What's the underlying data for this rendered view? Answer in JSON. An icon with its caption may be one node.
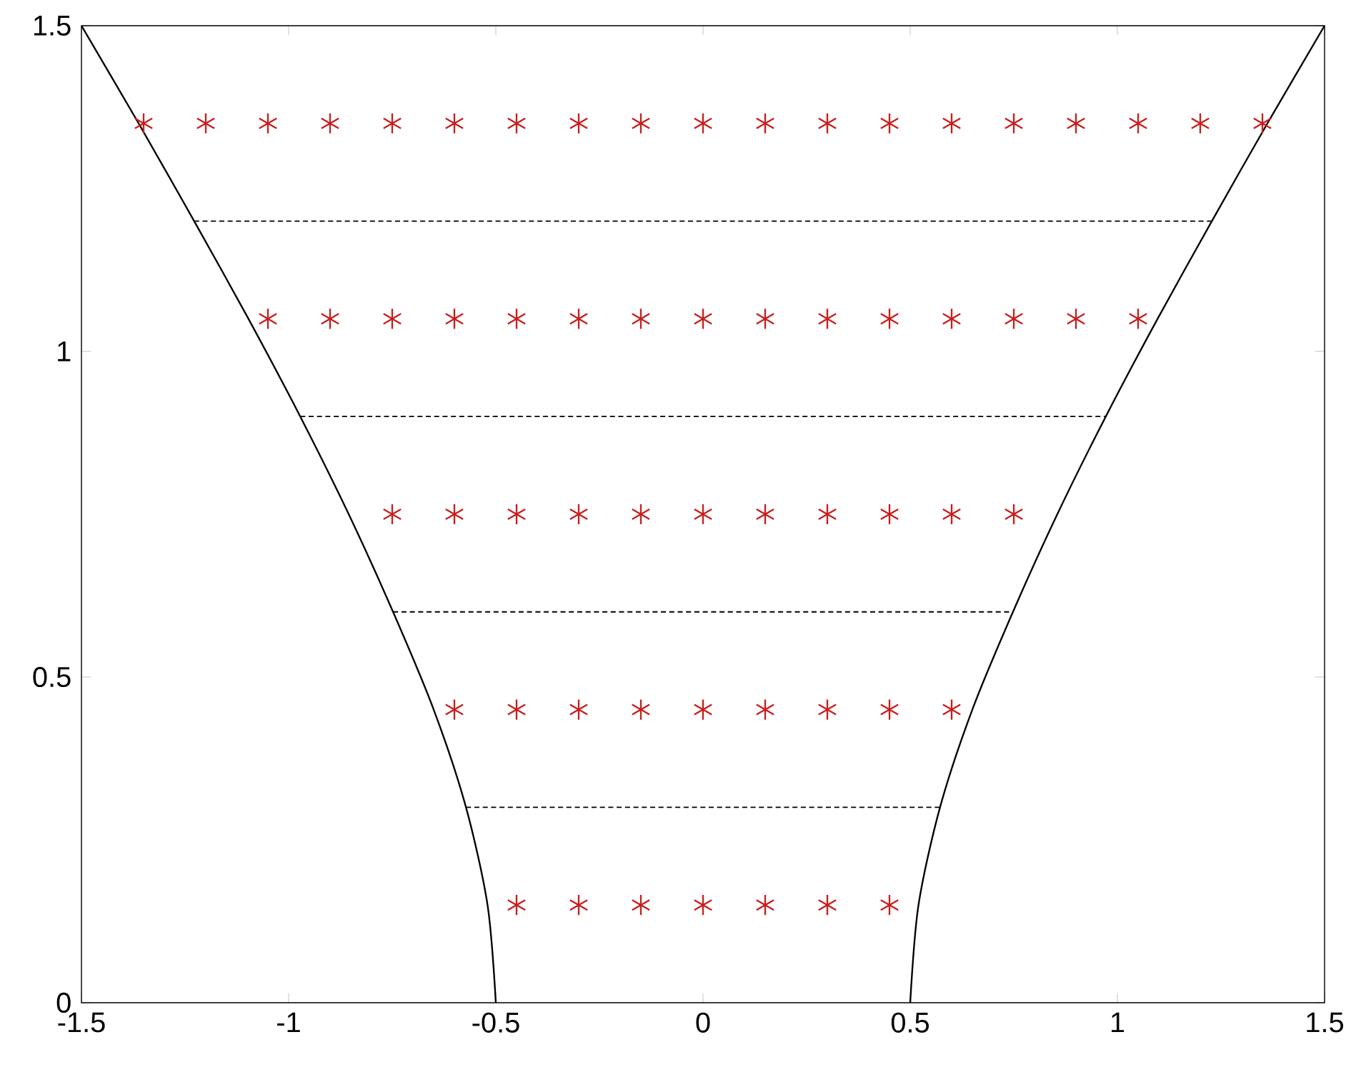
{
  "diagram": {
    "chart_data": {
      "type": "scatter",
      "xlim": [
        -1.5,
        1.5
      ],
      "ylim": [
        0,
        1.5
      ],
      "xticks": [
        {
          "value": -1.5,
          "label": "-1.5"
        },
        {
          "value": -1,
          "label": "-1"
        },
        {
          "value": -0.5,
          "label": "-0.5"
        },
        {
          "value": 0,
          "label": "0"
        },
        {
          "value": 0.5,
          "label": "0.5"
        },
        {
          "value": 1,
          "label": "1"
        },
        {
          "value": 1.5,
          "label": "1.5"
        }
      ],
      "yticks": [
        {
          "value": 0,
          "label": "0"
        },
        {
          "value": 0.5,
          "label": "0.5"
        },
        {
          "value": 1,
          "label": "1"
        },
        {
          "value": 1.5,
          "label": "1.5"
        }
      ],
      "series": [
        {
          "type": "line",
          "color": "#000000",
          "x": [
            0.5,
            0.52,
            0.572,
            0.65,
            0.748,
            0.855,
            0.972,
            1.097,
            1.228,
            1.362,
            1.5
          ],
          "values": [
            0,
            0.15,
            0.3,
            0.45,
            0.6,
            0.75,
            0.9,
            1.05,
            1.2,
            1.35,
            1.5
          ]
        },
        {
          "type": "line",
          "color": "#000000",
          "x": [
            -0.5,
            -0.52,
            -0.572,
            -0.65,
            -0.748,
            -0.855,
            -0.972,
            -1.097,
            -1.228,
            -1.362,
            -1.5
          ],
          "values": [
            0,
            0.15,
            0.3,
            0.45,
            0.6,
            0.75,
            0.9,
            1.05,
            1.2,
            1.35,
            1.5
          ]
        },
        {
          "type": "line",
          "line_style": "dashed",
          "color": "#000000",
          "x": [
            -0.572,
            0.572
          ],
          "values": [
            0.3,
            0.3
          ]
        },
        {
          "type": "line",
          "line_style": "dashed",
          "color": "#000000",
          "x": [
            -0.748,
            0.748
          ],
          "values": [
            0.6,
            0.6
          ]
        },
        {
          "type": "line",
          "line_style": "dashed",
          "color": "#000000",
          "x": [
            -0.972,
            0.972
          ],
          "values": [
            0.9,
            0.9
          ]
        },
        {
          "type": "line",
          "line_style": "dashed",
          "color": "#000000",
          "x": [
            -1.228,
            1.228
          ],
          "values": [
            1.2,
            1.2
          ]
        },
        {
          "type": "scatter",
          "color": "#c81e1e",
          "x": [
            -0.45,
            -0.3,
            -0.15,
            0,
            0.15,
            0.3,
            0.45
          ],
          "values": [
            0.15,
            0.15,
            0.15,
            0.15,
            0.15,
            0.15,
            0.15
          ]
        },
        {
          "type": "scatter",
          "color": "#c81e1e",
          "x": [
            -0.6,
            -0.45,
            -0.3,
            -0.15,
            0,
            0.15,
            0.3,
            0.45,
            0.6
          ],
          "values": [
            0.45,
            0.45,
            0.45,
            0.45,
            0.45,
            0.45,
            0.45,
            0.45,
            0.45
          ]
        },
        {
          "type": "scatter",
          "color": "#c81e1e",
          "x": [
            -0.75,
            -0.6,
            -0.45,
            -0.3,
            -0.15,
            0,
            0.15,
            0.3,
            0.45,
            0.6,
            0.75
          ],
          "values": [
            0.75,
            0.75,
            0.75,
            0.75,
            0.75,
            0.75,
            0.75,
            0.75,
            0.75,
            0.75,
            0.75
          ]
        },
        {
          "type": "scatter",
          "color": "#c81e1e",
          "x": [
            -1.05,
            -0.9,
            -0.75,
            -0.6,
            -0.45,
            -0.3,
            -0.15,
            0,
            0.15,
            0.3,
            0.45,
            0.6,
            0.75,
            0.9,
            1.05
          ],
          "values": [
            1.05,
            1.05,
            1.05,
            1.05,
            1.05,
            1.05,
            1.05,
            1.05,
            1.05,
            1.05,
            1.05,
            1.05,
            1.05,
            1.05,
            1.05
          ]
        },
        {
          "type": "scatter",
          "color": "#c81e1e",
          "x": [
            -1.35,
            -1.2,
            -1.05,
            -0.9,
            -0.75,
            -0.6,
            -0.45,
            -0.3,
            -0.15,
            0,
            0.15,
            0.3,
            0.45,
            0.6,
            0.75,
            0.9,
            1.05,
            1.2,
            1.35
          ],
          "values": [
            1.35,
            1.35,
            1.35,
            1.35,
            1.35,
            1.35,
            1.35,
            1.35,
            1.35,
            1.35,
            1.35,
            1.35,
            1.35,
            1.35,
            1.35,
            1.35,
            1.35,
            1.35,
            1.35
          ]
        }
      ]
    }
  }
}
